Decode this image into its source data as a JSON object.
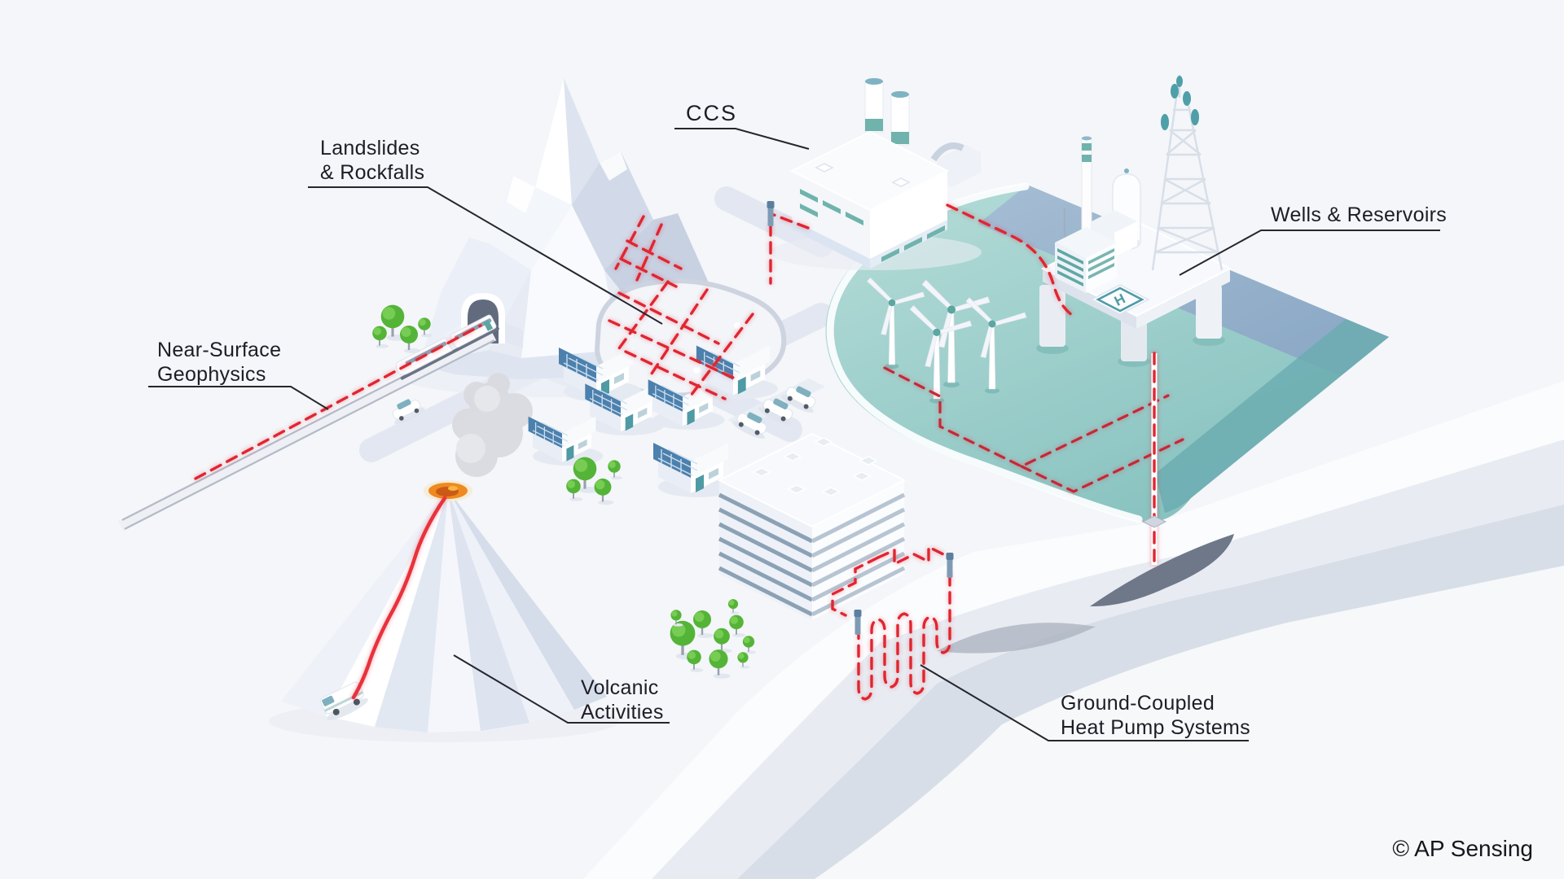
{
  "annotations": {
    "landslides": {
      "line1": "Landslides",
      "line2": "& Rockfalls"
    },
    "ccs": {
      "label": "CCS"
    },
    "wells_reservoirs": {
      "label": "Wells & Reservoirs"
    },
    "near_surface": {
      "line1": "Near-Surface",
      "line2": "Geophysics"
    },
    "volcanic": {
      "line1": "Volcanic",
      "line2": "Activities"
    },
    "heat_pump": {
      "line1": "Ground-Coupled",
      "line2": "Heat Pump Systems"
    }
  },
  "platform": {
    "helipad_letter": "H"
  },
  "footer": {
    "copyright": "© AP Sensing"
  },
  "colors": {
    "background": "#f7f8fa",
    "accent_red_dash": "#e02631",
    "lava_red": "#e8323c",
    "teal_accent": "#4f9aa4",
    "sea_teal": "#9bcdc9",
    "deep_water_blue": "#9ab0cc",
    "solar_panel_blue": "#4c80ad",
    "tree_green": "#5bb637",
    "label_text": "#1d1d27"
  }
}
